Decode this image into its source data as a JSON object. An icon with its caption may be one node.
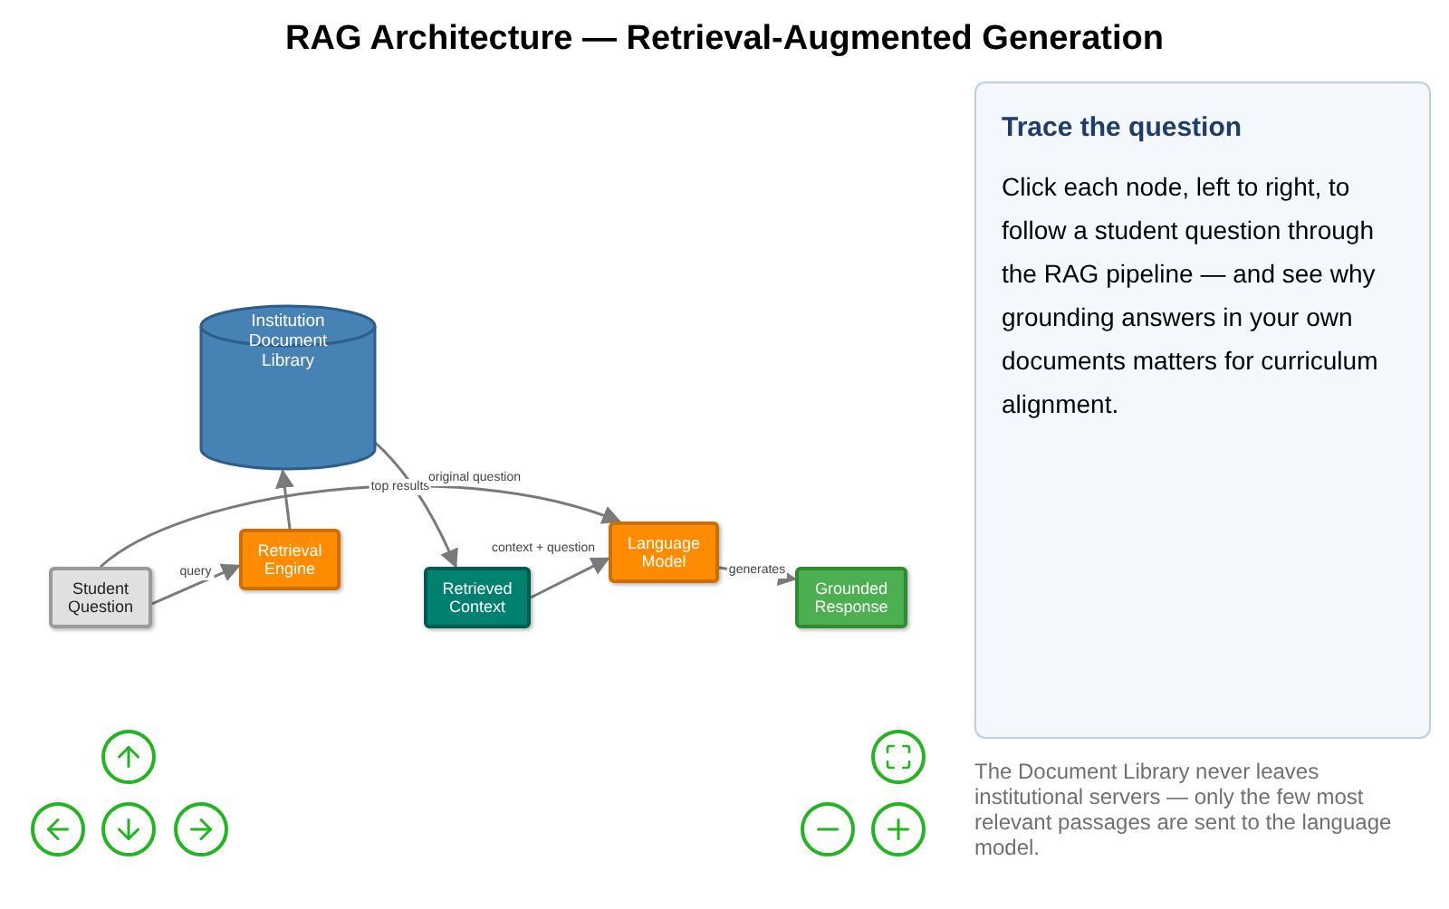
{
  "diagram": {
    "title": "RAG Architecture — Retrieval-Augmented Generation",
    "nodes": [
      {
        "text": [
          "Institution Document Library"
        ]
      },
      {
        "text": [
          "Student Question"
        ]
      },
      {
        "text": [
          "Retrieval Engine"
        ]
      },
      {
        "text": [
          "Retrieved Context"
        ]
      },
      {
        "text": [
          "Language Model"
        ]
      },
      {
        "text": [
          "Grounded Response"
        ]
      },
      {
        "text": [
          "Trace the question",
          "Click each node, left to right, to follow a student question through the RAG pipeline — and see why grounding answers in your own documents matters for curriculum alignment."
        ]
      }
    ],
    "edges": [
      {
        "from": 1,
        "to": 2,
        "arrow": "to",
        "label": "query"
      },
      {
        "from": 2,
        "to": 0,
        "arrow": "to"
      },
      {
        "from": 0,
        "to": 3,
        "arrow": "to",
        "label": "top results"
      },
      {
        "from": 1,
        "to": 4,
        "arrow": "to",
        "label": "original question"
      },
      {
        "from": 3,
        "to": 4,
        "arrow": "to",
        "label": "context + question"
      },
      {
        "from": 4,
        "to": 5,
        "arrow": "to",
        "label": "generates"
      }
    ],
    "labels": [
      "The Document Library never leaves institutional servers — only the few most relevant passages are sent to the language model."
    ]
  }
}
